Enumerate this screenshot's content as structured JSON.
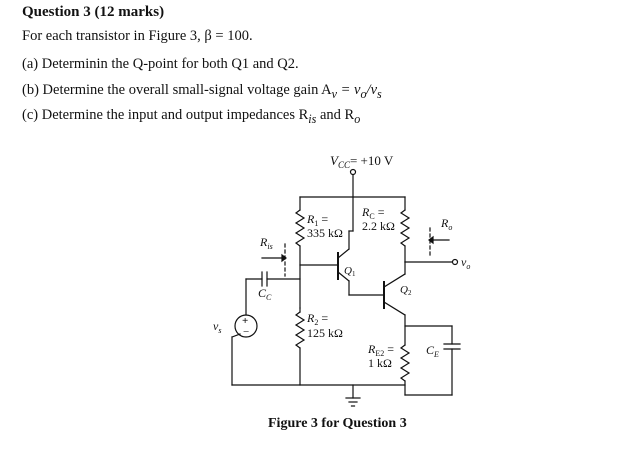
{
  "question": {
    "title": "Question 3 (12 marks)",
    "intro": "For each transistor in Figure 3, β = 100.",
    "part_a": "(a) Determinin the Q-point for both Q1 and Q2.",
    "part_b": "(b) Determine the overall small-signal voltage gain A",
    "part_b_sub": "v",
    "part_b_tail": " = v",
    "part_b_o": "o",
    "part_b_slash": "/v",
    "part_b_s": "s",
    "part_c": "(c) Determine the input and output impedances R",
    "part_c_sub": "is",
    "part_c_and": " and R",
    "part_c_o": "o"
  },
  "figure": {
    "caption": "Figure 3 for Question 3",
    "vcc": "V",
    "vcc_sub": "CC",
    "vcc_val": "= +10 V",
    "r1_name": "R",
    "r1_sub": "1",
    "r1_eq": " =",
    "r1_val": "335 kΩ",
    "rc_name": "R",
    "rc_sub": "C",
    "rc_eq": " =",
    "rc_val": "2.2 kΩ",
    "r2_name": "R",
    "r2_sub": "2",
    "r2_eq": " =",
    "r2_val": "125 kΩ",
    "re2_name": "R",
    "re2_sub": "E2",
    "re2_eq": " =",
    "re2_val": "1 kΩ",
    "q1": "Q",
    "q1_sub": "1",
    "q2": "Q",
    "q2_sub": "2",
    "rin": "R",
    "rin_sub": "is",
    "cc": "C",
    "cc_sub": "C",
    "ce": "C",
    "ce_sub": "E",
    "ro": "R",
    "ro_sub": "o",
    "vo": "v",
    "vo_sub": "o",
    "vs": "v",
    "vs_sub": "s",
    "plus": "+",
    "minus": "−"
  }
}
